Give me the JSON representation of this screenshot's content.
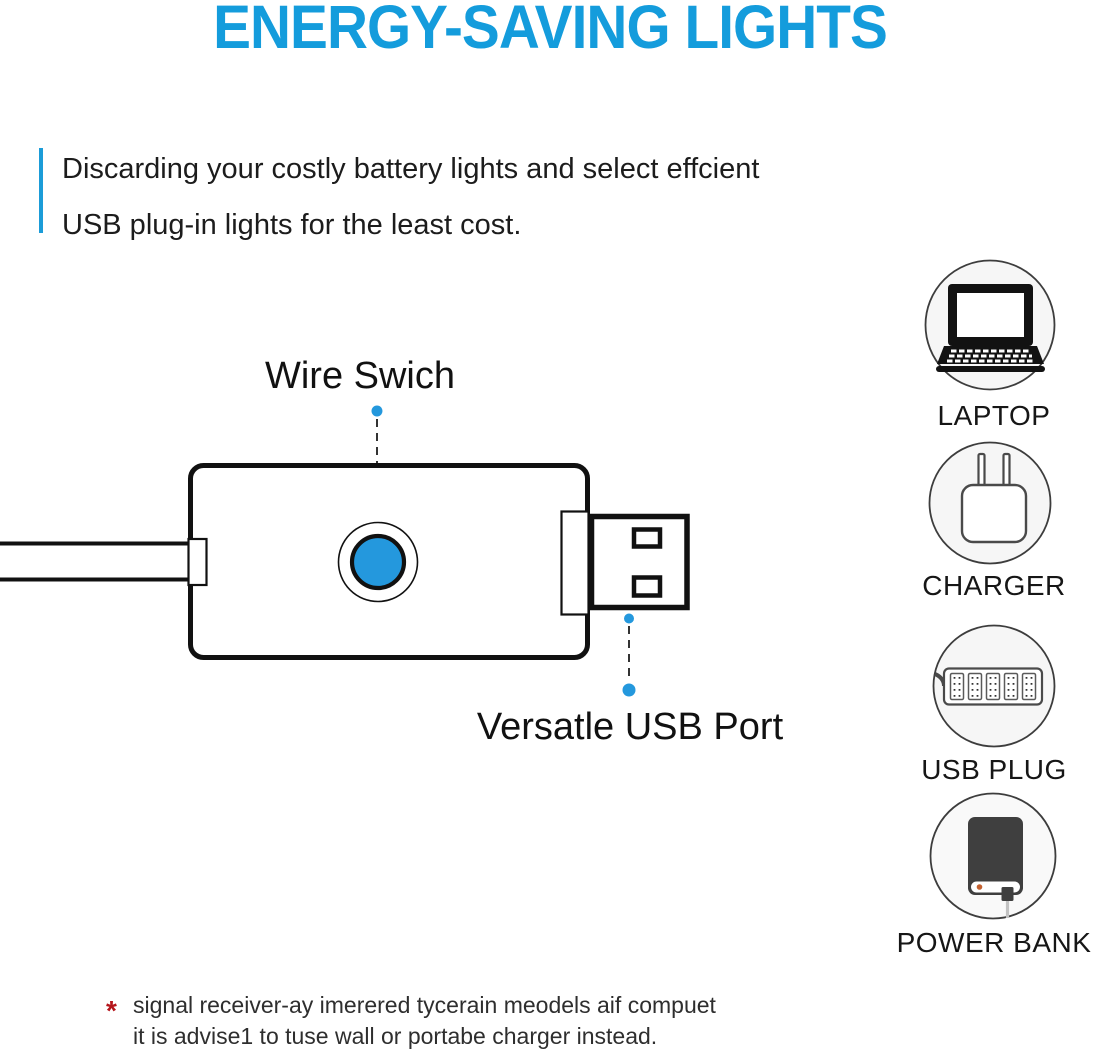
{
  "title": "ENERGY-SAVING LIGHTS",
  "intro": {
    "line1": "Discarding your costly battery lights and select effcient",
    "line2": "USB plug-in lights for the least cost."
  },
  "diagram": {
    "switch_label": "Wire Swich",
    "port_label": "Versatle USB Port",
    "parts": [
      "usb-cable",
      "controller-body",
      "wire-switch-button",
      "usb-a-connector"
    ]
  },
  "compatibility": {
    "items": [
      {
        "label": "LAPTOP",
        "icon": "laptop-icon"
      },
      {
        "label": "CHARGER",
        "icon": "wall-charger-icon"
      },
      {
        "label": "USB PLUG",
        "icon": "usb-power-strip-icon"
      },
      {
        "label": "POWER BANK",
        "icon": "power-bank-icon"
      }
    ]
  },
  "footnote": {
    "marker": "*",
    "line1": "signal receiver-ay imerered tycerain meodels aif compuet",
    "line2": "it is advise1 to tuse wall or portabe charger instead."
  },
  "colors": {
    "accent_blue": "#149cdc",
    "diagram_blue": "#2498dd",
    "line_black": "#111111",
    "footnote_red": "#b5151b",
    "icon_circle_fill": "#f6f6f6",
    "icon_stroke_gray": "#3d3d3d",
    "power_bank_dark": "#3f3f3f",
    "led_orange": "#c4612f"
  }
}
